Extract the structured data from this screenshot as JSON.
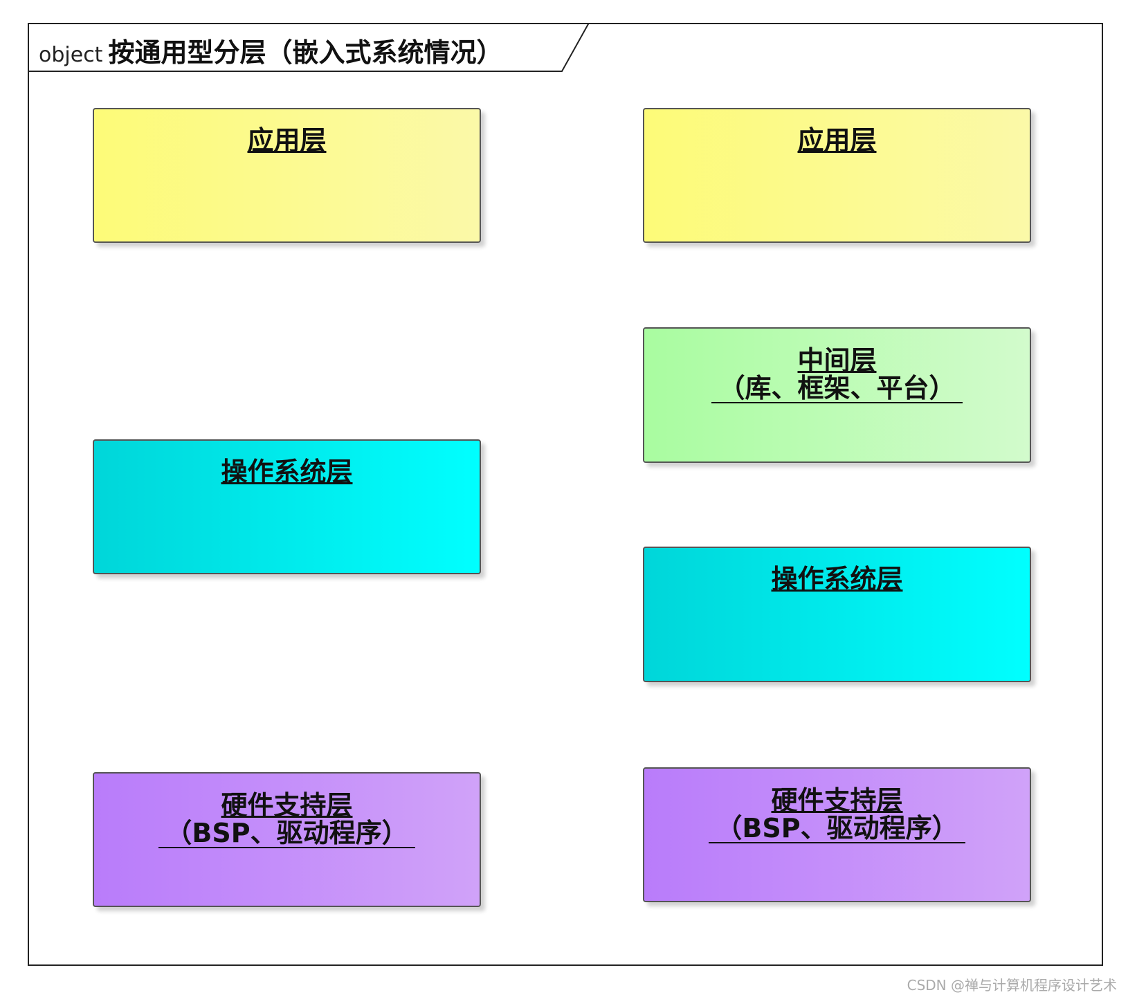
{
  "frame": {
    "keyword": "object",
    "title": "按通用型分层（嵌入式系统情况）"
  },
  "left_column": [
    {
      "title": "应用层",
      "subtitle": null
    },
    {
      "title": "操作系统层",
      "subtitle": null
    },
    {
      "title": "硬件支持层",
      "subtitle": "（BSP、驱动程序）"
    }
  ],
  "right_column": [
    {
      "title": "应用层",
      "subtitle": null
    },
    {
      "title": "中间层",
      "subtitle": "（库、框架、平台）"
    },
    {
      "title": "操作系统层",
      "subtitle": null
    },
    {
      "title": "硬件支持层",
      "subtitle": "（BSP、驱动程序）"
    }
  ],
  "colors": {
    "application": "#fdfb78",
    "middleware": "#a9fca0",
    "os": "#00ffff",
    "hardware": "#c08cfa"
  },
  "watermark": "CSDN @禅与计算机程序设计艺术"
}
